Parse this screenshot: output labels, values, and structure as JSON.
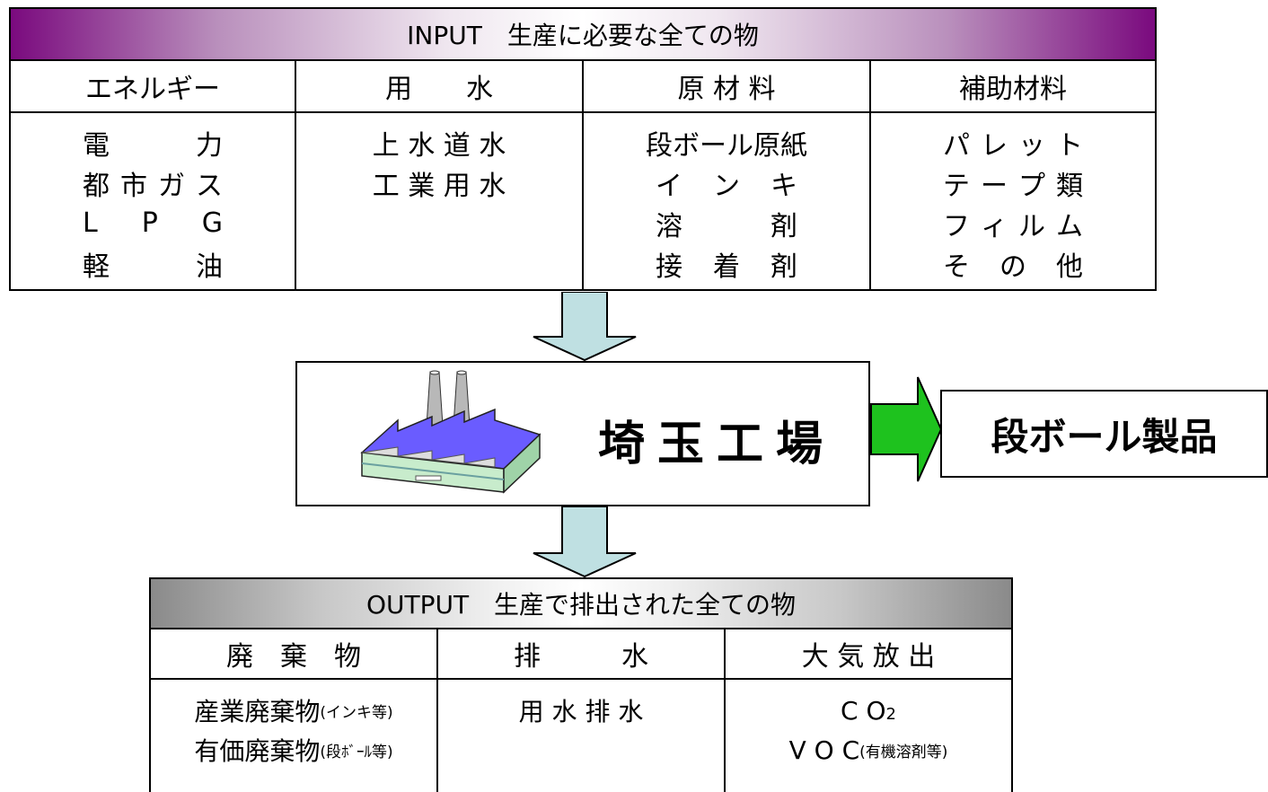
{
  "input": {
    "header": "INPUT　生産に必要な全ての物",
    "columns": [
      {
        "title": "エネルギー",
        "items": [
          [
            "電",
            "力"
          ],
          [
            "都",
            "市",
            "ガ",
            "ス"
          ],
          [
            "L",
            "P",
            "G"
          ],
          [
            "軽",
            "油"
          ]
        ]
      },
      {
        "title": "用　　水",
        "items": [
          "上 水 道 水",
          "工 業 用 水"
        ]
      },
      {
        "title": "原 材 料",
        "items": [
          "段ボール原紙",
          [
            "イ",
            "ン",
            "キ"
          ],
          [
            "溶",
            "剤"
          ],
          [
            "接",
            "着",
            "剤"
          ]
        ]
      },
      {
        "title": "補助材料",
        "items": [
          [
            "パ",
            "レ",
            "ッ",
            "ト"
          ],
          [
            "テ",
            "ー",
            "プ",
            "類"
          ],
          [
            "フ",
            "ィ",
            "ル",
            "ム"
          ],
          [
            "そ",
            "の",
            "他"
          ]
        ]
      }
    ]
  },
  "factory": {
    "name": "埼玉工場"
  },
  "product": {
    "name": "段ボール製品"
  },
  "output": {
    "header": "OUTPUT　生産で排出された全ての物",
    "columns": [
      {
        "title": "廃　棄　物",
        "items": [
          {
            "main": "産業廃棄物",
            "note": "(インキ等)"
          },
          {
            "main": "有価廃棄物",
            "note": "(段ﾎﾞｰﾙ等)"
          }
        ]
      },
      {
        "title": "排　　　水",
        "items": [
          {
            "main": "用 水 排 水",
            "note": ""
          }
        ]
      },
      {
        "title": "大 気 放 出",
        "items": [
          {
            "main": "C O",
            "sub": "2",
            "note": ""
          },
          {
            "main": "V O C",
            "note": "(有機溶剤等)"
          }
        ]
      }
    ]
  },
  "colors": {
    "input_header_accent": "#7a0a7e",
    "output_header_accent": "#8a8a8a",
    "flow_arrow": "#bfe0e2",
    "product_arrow": "#1ec21e",
    "factory_roof": "#6a5cff"
  },
  "icons": [
    "factory-icon",
    "down-arrow-icon",
    "right-arrow-icon"
  ]
}
